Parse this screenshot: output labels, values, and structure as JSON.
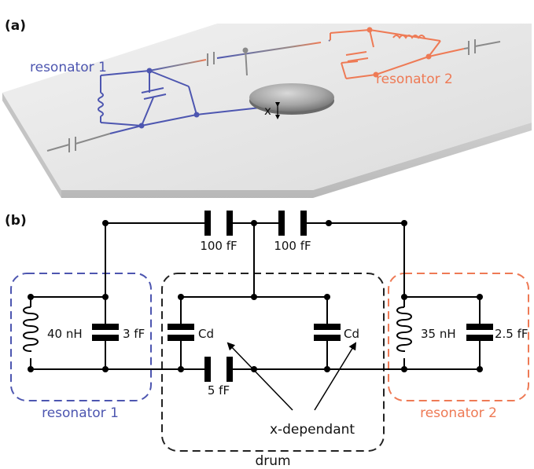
{
  "panel_a": {
    "label": "(a)",
    "resonator1_label": "resonator 1",
    "resonator2_label": "resonator 2",
    "displacement_label": "x"
  },
  "panel_b": {
    "label": "(b)",
    "coupling_cap_left": "100 fF",
    "coupling_cap_right": "100 fF",
    "res1_inductor": "40 nH",
    "res1_cap": "3 fF",
    "drum_cap_left": "Cd",
    "drum_cap_right": "Cd",
    "drum_bottom_cap": "5 fF",
    "res2_inductor": "35 nH",
    "res2_cap": "2.5 fF",
    "resonator1_label": "resonator 1",
    "resonator2_label": "resonator 2",
    "x_dependant_label": "x-dependant",
    "drum_label": "drum"
  },
  "colors": {
    "resonator1": "#4d56b0",
    "resonator2": "#ee7a55",
    "drum_box": "#222222"
  }
}
